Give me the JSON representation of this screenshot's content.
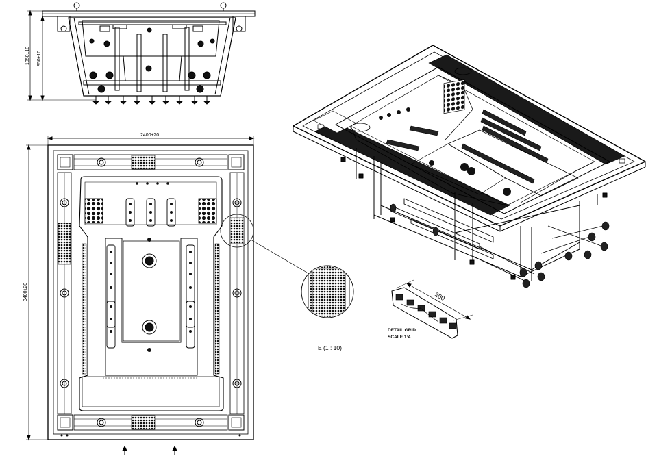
{
  "dimensions": {
    "height_outer": "1050±10",
    "height_inner": "950±10",
    "width": "2400±20",
    "length": "3400±20",
    "grid_length": "200"
  },
  "labels": {
    "detail_e": "E (1 : 10)",
    "detail_grid_line1": "DETAIL GRID",
    "detail_grid_line2": "SCALE 1:4"
  },
  "colors": {
    "line": "#000000",
    "fill_dark": "#1a1a1a",
    "background": "#ffffff"
  }
}
